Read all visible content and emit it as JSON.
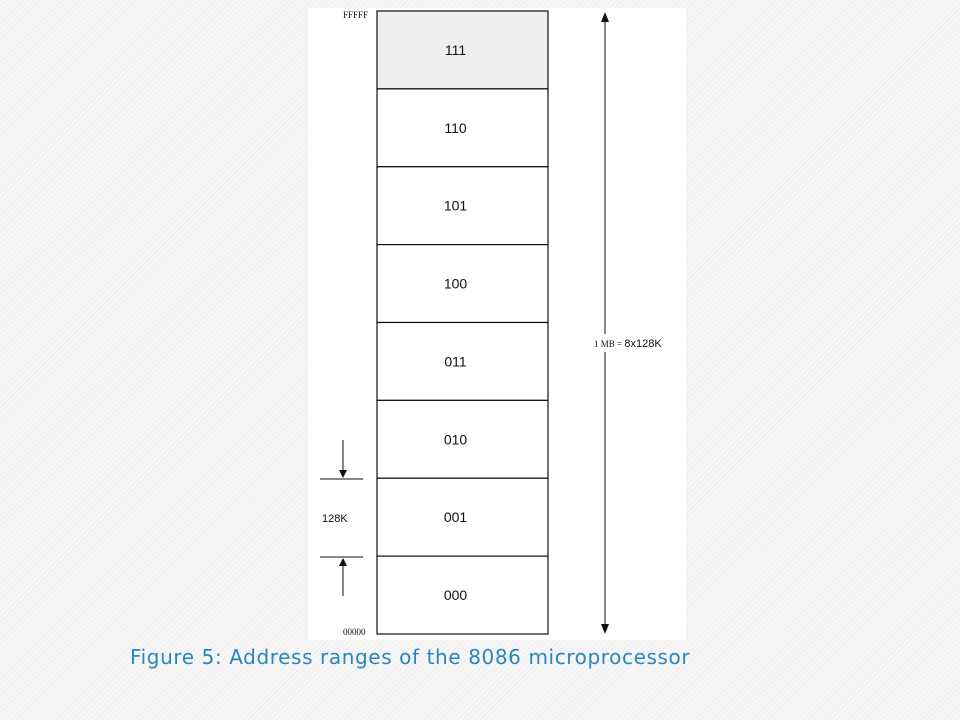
{
  "diagram": {
    "top_address": "FFFFF",
    "bottom_address": "00000",
    "segments": [
      {
        "label": "111",
        "highlighted": true
      },
      {
        "label": "110",
        "highlighted": false
      },
      {
        "label": "101",
        "highlighted": false
      },
      {
        "label": "100",
        "highlighted": false
      },
      {
        "label": "011",
        "highlighted": false
      },
      {
        "label": "010",
        "highlighted": false
      },
      {
        "label": "001",
        "highlighted": false
      },
      {
        "label": "000",
        "highlighted": false
      }
    ],
    "segment_size_label": "128K",
    "total_label_prefix": "1 MB = ",
    "total_label_value": "8x128K",
    "highlight_color": "#efefef",
    "line_color": "#111111"
  },
  "caption": "Figure 5: Address ranges of the 8086 microprocessor",
  "caption_color": "#2a86bf"
}
